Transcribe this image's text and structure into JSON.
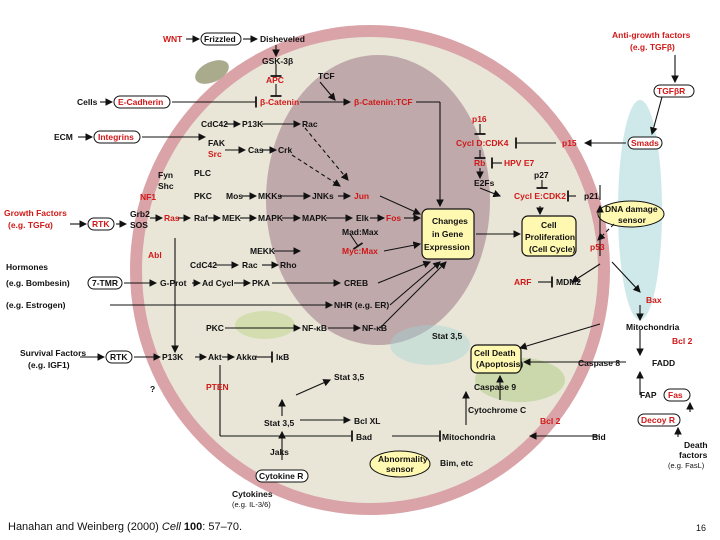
{
  "colors": {
    "cell_fill": "#e9e6d8",
    "membrane": "#d9a3a8",
    "nucleus": "#b79ea3",
    "red_text": "#d01818",
    "box_fill": "#fff8b0"
  },
  "nodes": {
    "wnt": "WNT",
    "frizzled": "Frizzled",
    "disheveled": "Disheveled",
    "gsk3b": "GSK-3β",
    "apc": "APC",
    "cells": "Cells",
    "ecadherin": "E-Cadherin",
    "bcatenin": "β-Catenin",
    "tcf": "TCF",
    "bcatenin_tcf": "β-Catenin:TCF",
    "ecm": "ECM",
    "integrins": "Integrins",
    "cdc42_top": "CdC42",
    "p13k_top": "P13K",
    "rac_top": "Rac",
    "fak": "FAK",
    "src": "Src",
    "cas": "Cas",
    "crk": "Crk",
    "fyn": "Fyn",
    "shc": "Shc",
    "nf1": "NF1",
    "plc": "PLC",
    "pkc_mid": "PKC",
    "mos": "Mos",
    "mkks": "MKKs",
    "jnks": "JNKs",
    "jun": "Jun",
    "growth_factors": "Growth Factors",
    "growth_factors_eg": "(e.g. TGFα)",
    "rtk1": "RTK",
    "grb2": "Grb2",
    "sos": "SOS",
    "ras": "Ras",
    "raf": "Raf",
    "mek": "MEK",
    "mapk1": "MAPK",
    "mapk2": "MAPK",
    "elk": "Elk",
    "fos": "Fos",
    "madmax": "Mad:Max",
    "mycmax": "Myc:Max",
    "mekk": "MEKK",
    "abl": "Abl",
    "hormones": "Hormones",
    "bombesin": "(e.g. Bombesin)",
    "tmr": "7-TMR",
    "cdc42_low": "CdC42",
    "rac_low": "Rac",
    "rho": "Rho",
    "gprot": "G-Prot",
    "adcycl": "Ad Cycl",
    "pka": "PKA",
    "creb": "CREB",
    "estrogen": "(e.g. Estrogen)",
    "nhr": "NHR (e.g. ER)",
    "pkc_low": "PKC",
    "nfkb1": "NF-κB",
    "nfkb2": "NF-κB",
    "stat35_a": "Stat 3,5",
    "survival": "Survival Factors",
    "igf1": "(e.g. IGF1)",
    "rtk2": "RTK",
    "p13k_low": "P13K",
    "akt": "Akt",
    "akka": "Akkα",
    "ikb": "IκB",
    "pten": "PTEN",
    "q": "?",
    "stat35_b": "Stat 3,5",
    "stat35_c": "Stat 3,5",
    "bclxl": "Bcl XL",
    "bad": "Bad",
    "jaks": "Jaks",
    "cytokine_r": "Cytokine R",
    "cytokines": "Cytokines",
    "il36": "(e.g. IL-3/6)",
    "abnormality": "Abnormality",
    "sensor": "sensor",
    "bim": "Bim, etc",
    "mito_low": "Mitochondria",
    "bcl2_low": "Bcl 2",
    "bid": "Bid",
    "cytc": "Cytochrome C",
    "casp9": "Caspase 9",
    "death": "Cell Death",
    "apoptosis": "(Apoptosis)",
    "casp8": "Caspase 8",
    "fadd": "FADD",
    "fap": "FAP",
    "fas": "Fas",
    "decoy": "Decoy R",
    "death_factors": "Death",
    "death_factors2": "factors",
    "fasl": "(e.g. FasL)",
    "antigrowth": "Anti-growth factors",
    "tgfb": "(e.g. TGFβ)",
    "tgfbr": "TGFβR",
    "smads": "Smads",
    "p16": "p16",
    "cycd": "Cycl D:CDK4",
    "p15": "p15",
    "rb": "Rb",
    "hpv": "HPV E7",
    "e2fs": "E2Fs",
    "p27": "p27",
    "cyce": "Cycl E:CDK2",
    "p21": "p21",
    "dna1": "DNA damage",
    "dna2": "sensor",
    "p53": "p53",
    "arf": "ARF",
    "mdm2": "MDM2",
    "bax": "Bax",
    "mito_right": "Mitochondria",
    "bcl2_right": "Bcl 2",
    "changes1": "Changes",
    "changes2": "in Gene",
    "changes3": "Expression",
    "prolif1": "Cell",
    "prolif2": "Proliferation",
    "prolif3": "(Cell Cycle)"
  },
  "caption": {
    "authors": "Hanahan and  Weinberg (2000) ",
    "journal": "Cell",
    "volume": "100",
    "pages": ": 57–70."
  },
  "page_number": "16"
}
